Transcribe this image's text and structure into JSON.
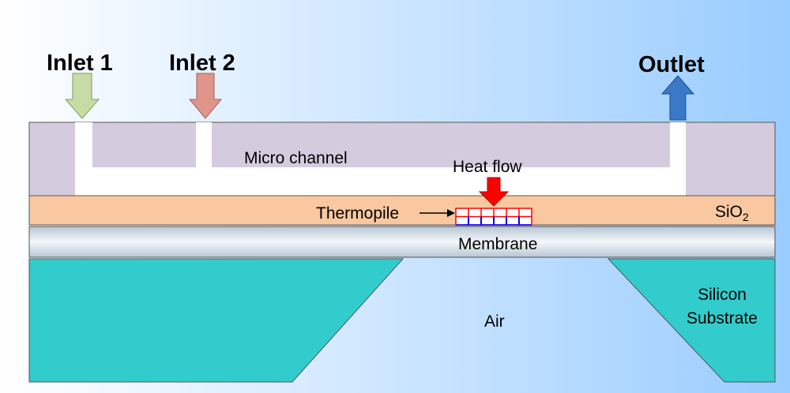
{
  "labels": {
    "inlet1": "Inlet 1",
    "inlet2": "Inlet 2",
    "outlet": "Outlet",
    "micro_channel": "Micro channel",
    "heat_flow": "Heat flow",
    "thermopile": "Thermopile",
    "sio2_base": "SiO",
    "sio2_sub": "2",
    "membrane": "Membrane",
    "air": "Air",
    "silicon_line1": "Silicon",
    "silicon_line2": "Substrate"
  },
  "colors": {
    "background_left": "#ffffff",
    "background_right": "#99ccff",
    "channel_layer": "#d4cbdf",
    "sio2_layer": "#f9c8a0",
    "membrane": "#d9e1ea",
    "substrate": "#33cccc",
    "inlet1_arrow": "#c7dca5",
    "inlet2_arrow": "#e0958a",
    "outlet_arrow": "#3a78c8",
    "heat_arrow": "#ff0000",
    "thermopile_red": "#ff0000",
    "thermopile_blue": "#0000ff"
  }
}
